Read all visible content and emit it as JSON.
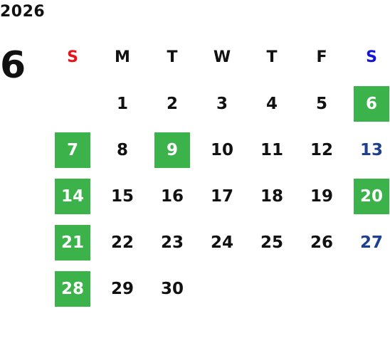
{
  "calendar": {
    "year": "2026",
    "month": "6",
    "weekdays": [
      {
        "label": "S",
        "color": "#e8141b"
      },
      {
        "label": "M",
        "color": "#111111"
      },
      {
        "label": "T",
        "color": "#111111"
      },
      {
        "label": "W",
        "color": "#111111"
      },
      {
        "label": "T",
        "color": "#111111"
      },
      {
        "label": "F",
        "color": "#111111"
      },
      {
        "label": "S",
        "color": "#1414d6"
      }
    ],
    "weeks": [
      [
        "",
        "1",
        "2",
        "3",
        "4",
        "5",
        "6"
      ],
      [
        "7",
        "8",
        "9",
        "10",
        "11",
        "12",
        "13"
      ],
      [
        "14",
        "15",
        "16",
        "17",
        "18",
        "19",
        "20"
      ],
      [
        "21",
        "22",
        "23",
        "24",
        "25",
        "26",
        "27"
      ],
      [
        "28",
        "29",
        "30",
        "",
        "",
        "",
        ""
      ]
    ],
    "highlighted_days": [
      "6",
      "7",
      "9",
      "14",
      "20",
      "21",
      "28"
    ],
    "highlight_color": "#3bb34a",
    "saturday_color": "#1f3f8f"
  }
}
